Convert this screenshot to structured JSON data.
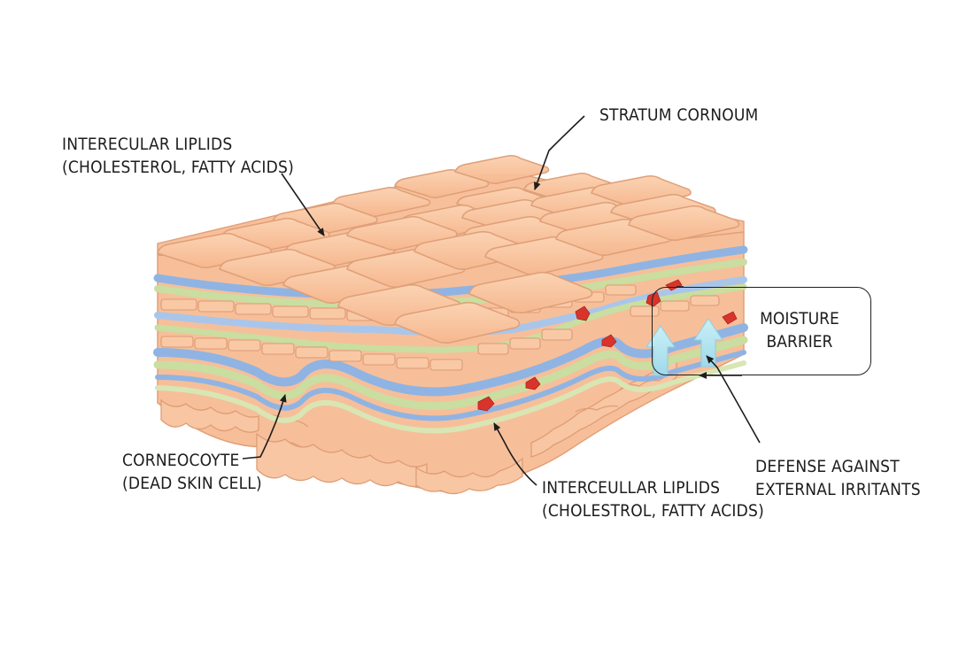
{
  "labels": {
    "lipids_top": {
      "line1": "INTERECULAR LIPLIDS",
      "line2": "(CHOLESTEROL, FATTY ACIDS)"
    },
    "stratum": "STRATUM CORNOUM",
    "moisture": {
      "line1": "MOISTURE",
      "line2": "BARRIER"
    },
    "corneocyte": {
      "line1": "CORNEOCOYTE",
      "line2": "(DEAD SKIN CELL)"
    },
    "lipids_bottom": {
      "line1": "INTERCEULLAR LIPLIDS",
      "line2": "(CHOLESTROL, FATTY ACIDS)"
    },
    "defense": {
      "line1": "DEFENSE AGAINST",
      "line2": "EXTERNAL IRRITANTS"
    }
  },
  "colors": {
    "cell_fill": "#f9c8a2",
    "cell_stroke": "#e0a07a",
    "lipid_blue": "#8fb4e3",
    "lipid_green": "#c9dea0",
    "irritant_red": "#d9342b",
    "moisture_arrow": "#aee3ee"
  }
}
